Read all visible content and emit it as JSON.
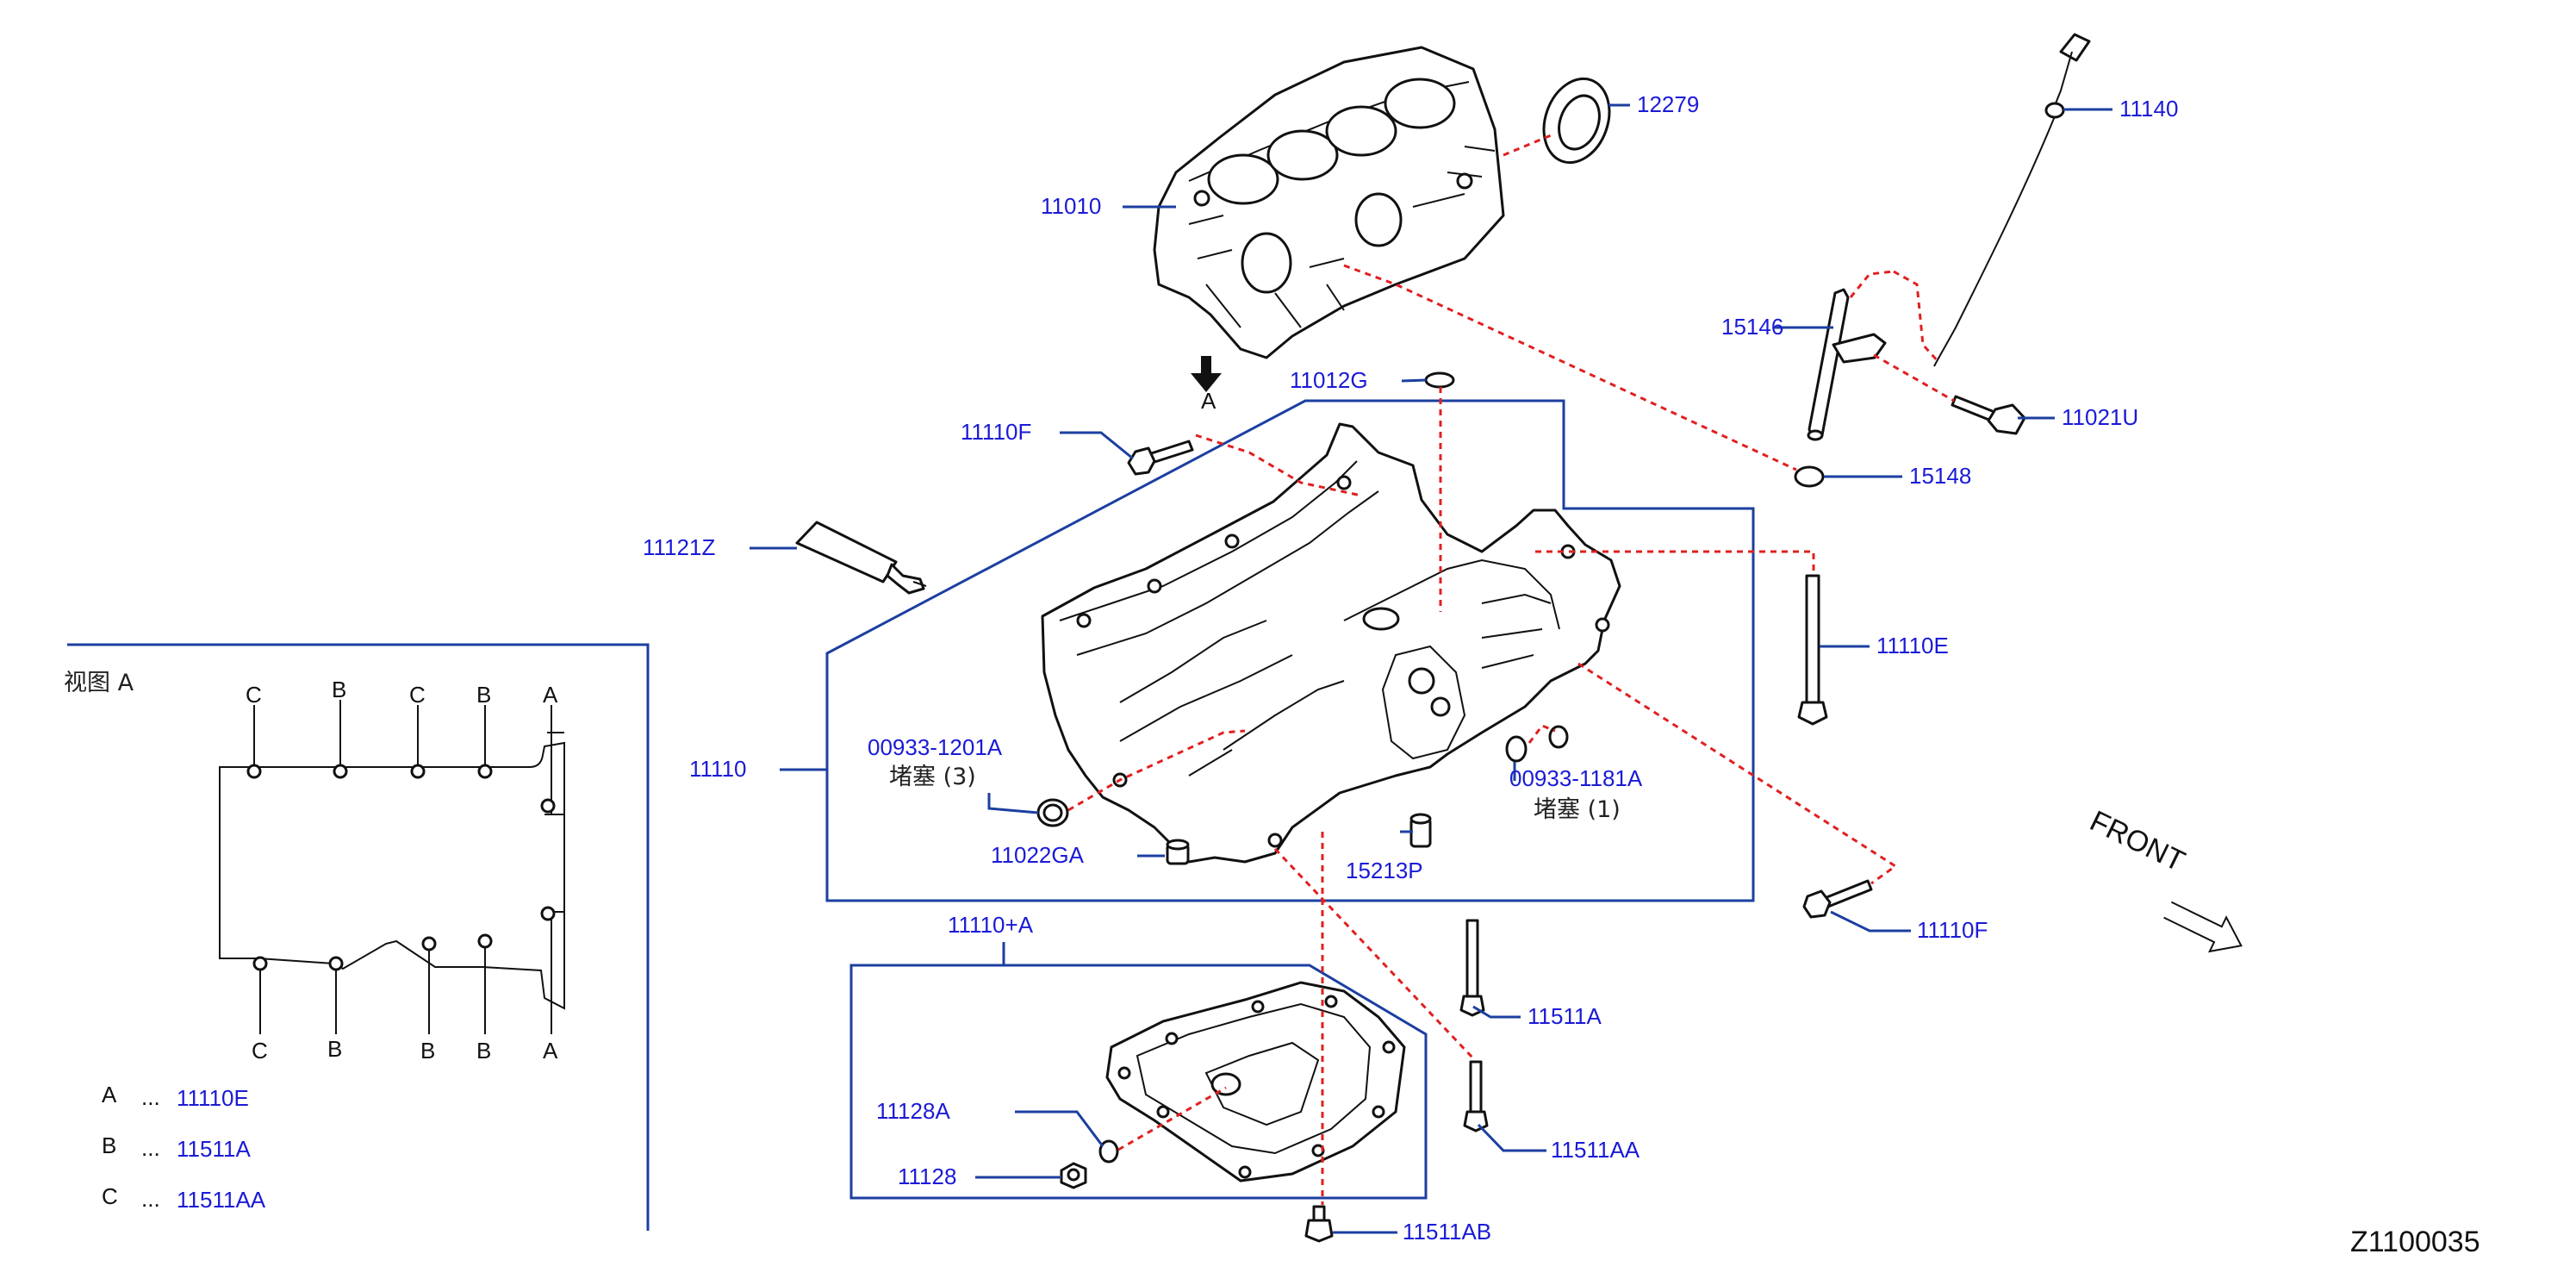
{
  "colors": {
    "label": "#1a1ad6",
    "leader": "#1c3fa0",
    "dashed": "#e02020",
    "line": "#111111"
  },
  "labels": {
    "p11010": "11010",
    "p12279": "12279",
    "p11140": "11140",
    "p15146": "15146",
    "p11021U": "11021U",
    "p15148": "15148",
    "p11012G": "11012G",
    "p11110F_top": "11110F",
    "p11121Z": "11121Z",
    "p11110": "11110",
    "p11110E": "11110E",
    "p00933_1201A": "00933-1201A",
    "p00933_1181A": "00933-1181A",
    "p11022GA": "11022GA",
    "p15213P": "15213P",
    "p11110F_right": "11110F",
    "p11110_A": "11110+A",
    "p11511A": "11511A",
    "p11128A": "11128A",
    "p11511AA": "11511AA",
    "p11128": "11128",
    "p11511AB": "11511AB"
  },
  "plug_notes": {
    "plug3": "堵塞 (3)",
    "plug1": "堵塞 (1)"
  },
  "arrow_view_letter": "A",
  "front_label": "FRONT",
  "diagram_id": "Z1100035",
  "view_a": {
    "title": "视图 A",
    "top_letters": [
      "C",
      "B",
      "C",
      "B",
      "A"
    ],
    "bottom_letters": [
      "C",
      "B",
      "B",
      "B",
      "A"
    ],
    "legend": [
      {
        "key": "A",
        "dots": "...",
        "code": "11110E"
      },
      {
        "key": "B",
        "dots": "...",
        "code": "11511A"
      },
      {
        "key": "C",
        "dots": "...",
        "code": "11511AA"
      }
    ]
  }
}
